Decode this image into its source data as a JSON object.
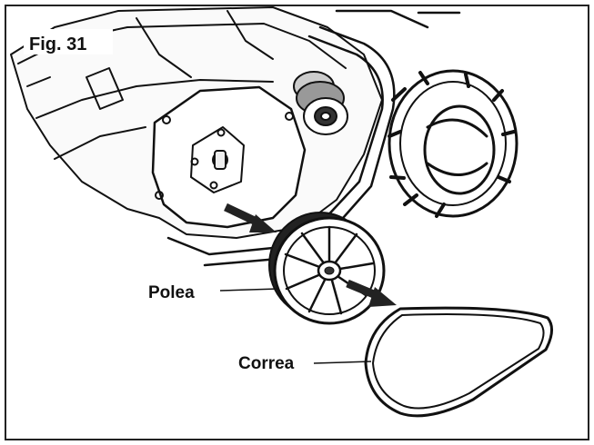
{
  "figure": {
    "label": "Fig. 31",
    "callouts": {
      "pulley": "Polea",
      "belt": "Correa"
    }
  }
}
